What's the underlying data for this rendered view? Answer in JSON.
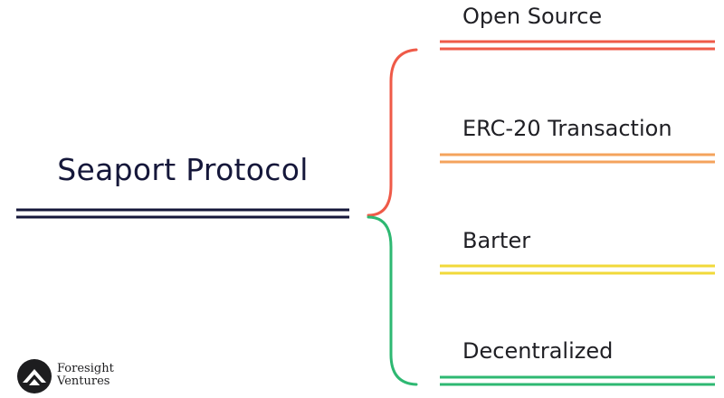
{
  "root": {
    "title": "Seaport Protocol",
    "underline_color": "#15173a"
  },
  "branches": [
    {
      "label": "Open Source",
      "color": "#ef5a48"
    },
    {
      "label": "ERC-20 Transaction",
      "color": "#f4a35c"
    },
    {
      "label": "Barter",
      "color": "#f1d93a"
    },
    {
      "label": "Decentralized",
      "color": "#2eb872"
    }
  ],
  "brace": {
    "upper_color": "#ef5a48",
    "lower_color": "#2eb872"
  },
  "logo": {
    "line1": "Foresight",
    "line2": "Ventures",
    "icon": "foresight-ventures-logo-icon"
  }
}
